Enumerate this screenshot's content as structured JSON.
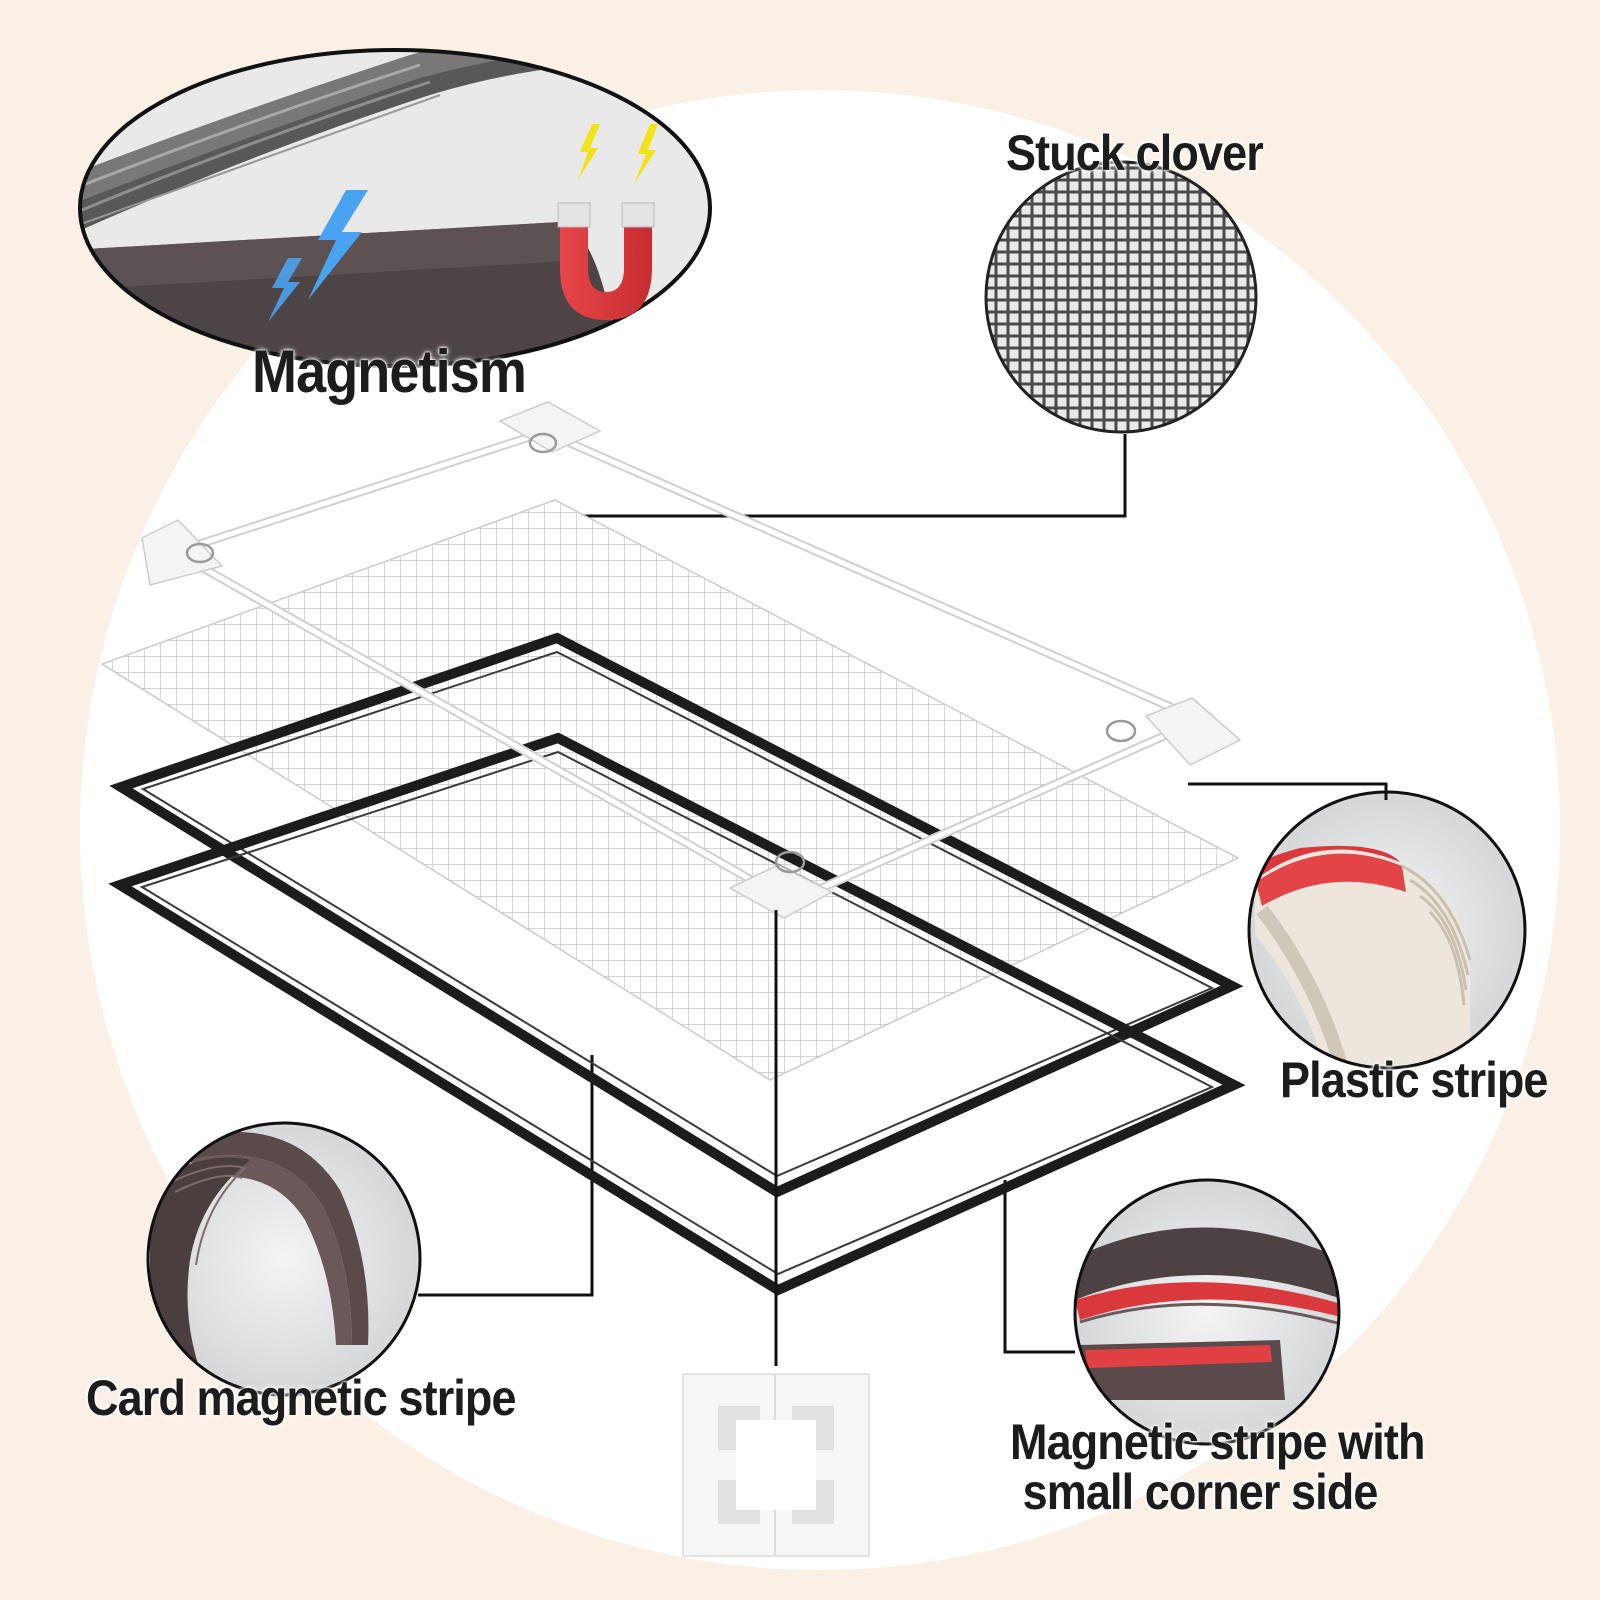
{
  "labels": {
    "magnetism": "Magnetism",
    "stuck_clover": "Stuck clover",
    "plastic_stripe": "Plastic stripe",
    "card_magnetic_stripe": "Card magnetic stripe",
    "corner_line1": "Magnetic stripe with",
    "corner_line2": "small corner side"
  },
  "colors": {
    "background": "#fbf0e6",
    "circle": "#ffffff",
    "frame": "#1c1c1c",
    "magnet_red": "#d9393c",
    "lightning_blue": "#4aa3f0",
    "lightning_yellow": "#f2e318"
  }
}
